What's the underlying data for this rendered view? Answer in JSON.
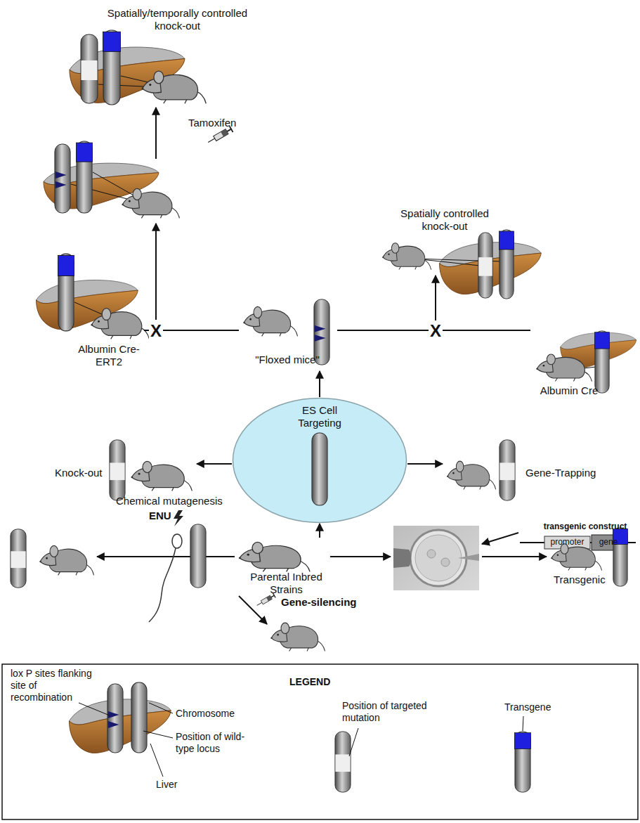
{
  "diagram": {
    "nodes": [
      {
        "text": [
          "Spatially/temporally controlled knock-out"
        ]
      },
      {
        "text": [
          "Spatially controlled knock-out"
        ]
      },
      {
        "text": [
          "Albumin Cre-ERT2"
        ]
      },
      {
        "text": [
          "\"Floxed mice\""
        ]
      },
      {
        "text": [
          "Albumin Cre"
        ]
      },
      {
        "text": [
          "ES Cell Targeting"
        ]
      },
      {
        "text": [
          "Knock-out"
        ]
      },
      {
        "text": [
          "Gene-Trapping"
        ]
      },
      {
        "text": [
          "transgenic construct",
          "promoter",
          "gene"
        ]
      },
      {
        "text": [
          "Transgenic"
        ]
      },
      {
        "text": [
          "Parental Inbred Strains"
        ]
      }
    ],
    "edges": [
      {
        "from": 3,
        "to": 2,
        "arrow": "none"
      },
      {
        "from": 3,
        "to": 4,
        "arrow": "none"
      },
      {
        "from": 10,
        "to": 5,
        "arrow": "to"
      },
      {
        "from": 5,
        "to": 3,
        "arrow": "to"
      },
      {
        "from": 5,
        "to": 6,
        "arrow": "to"
      },
      {
        "from": 5,
        "to": 7,
        "arrow": "to"
      }
    ],
    "labels": [
      "Tamoxifen",
      "X",
      "X",
      "Chemical mutagenesis",
      "ENU",
      "Gene-silencing",
      "LEGEND"
    ],
    "legend": [
      {
        "text": "lox P sites flanking site of recombination"
      },
      {
        "text": "Chromosome"
      },
      {
        "text": "Position of wild-type locus"
      },
      {
        "text": "Liver"
      },
      {
        "text": "Position of targeted mutation"
      },
      {
        "text": "Transgene"
      }
    ]
  }
}
